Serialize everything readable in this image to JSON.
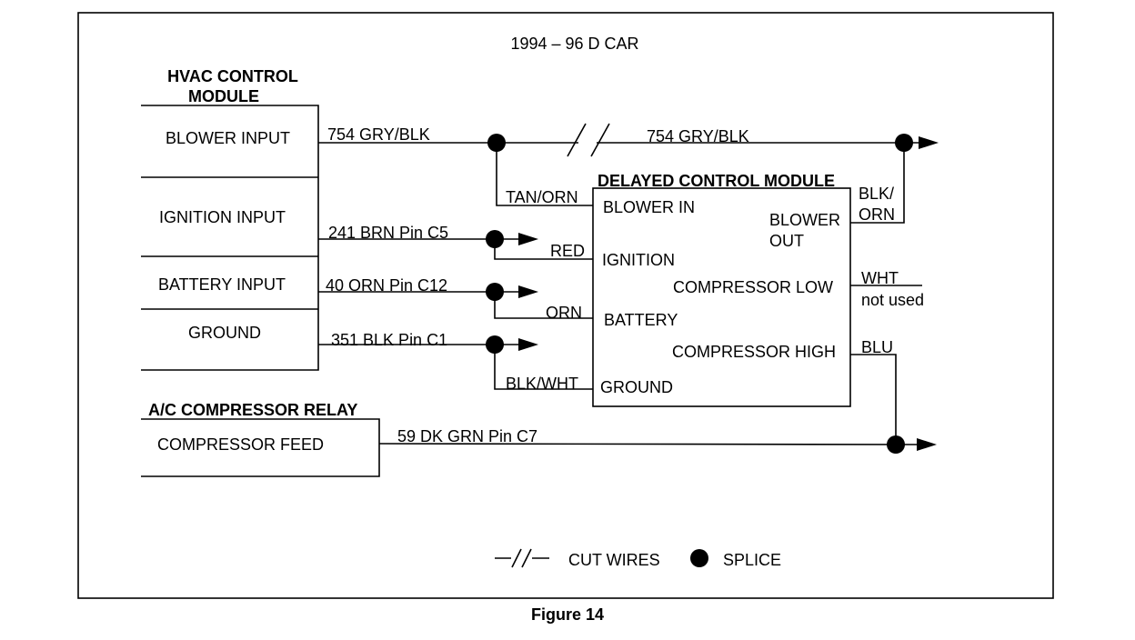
{
  "title": "1994 – 96  D CAR",
  "caption": "Figure 14",
  "hvac": {
    "heading_1": "HVAC CONTROL",
    "heading_2": "MODULE",
    "blower_input": "BLOWER INPUT",
    "ignition_input": "IGNITION INPUT",
    "battery_input": "BATTERY INPUT",
    "ground": "GROUND"
  },
  "relay": {
    "heading": "A/C COMPRESSOR RELAY",
    "compressor_feed": "COMPRESSOR FEED"
  },
  "dcm": {
    "heading": "DELAYED CONTROL MODULE",
    "blower_in": "BLOWER IN",
    "ignition": "IGNITION",
    "battery": "BATTERY",
    "ground": "GROUND",
    "blower_out_1": "BLOWER",
    "blower_out_2": "OUT",
    "compressor_low": "COMPRESSOR LOW",
    "compressor_high": "COMPRESSOR HIGH"
  },
  "wires": {
    "w754_left": "754 GRY/BLK",
    "w754_right": "754 GRY/BLK",
    "w241": "241 BRN  Pin C5",
    "w40": "40 ORN  Pin C12",
    "w351": "351 BLK  Pin C1",
    "w59": "59 DK GRN   Pin  C7",
    "tan_orn": "TAN/ORN",
    "red": "RED",
    "orn": "ORN",
    "blk_wht": "BLK/WHT",
    "blk_orn_1": "BLK/",
    "blk_orn_2": "ORN",
    "wht": "WHT",
    "not_used": "not used",
    "blu": "BLU"
  },
  "legend": {
    "cut_wires": "CUT WIRES",
    "splice": "SPLICE"
  }
}
